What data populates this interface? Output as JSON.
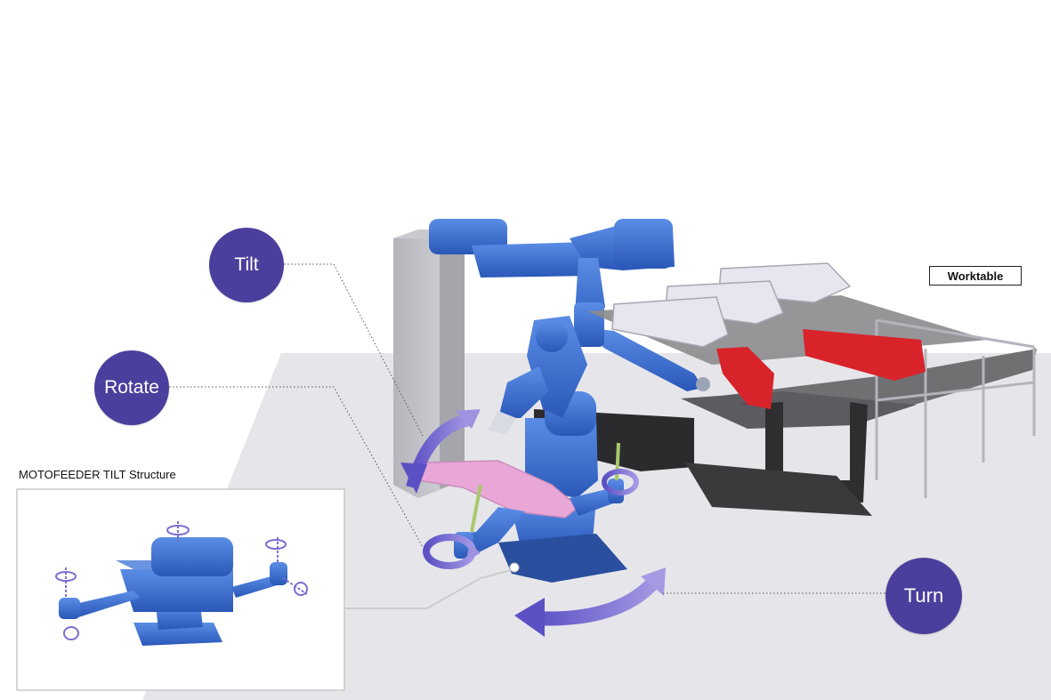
{
  "labels": {
    "tilt": "Tilt",
    "rotate": "Rotate",
    "turn": "Turn",
    "worktable": "Worktable",
    "inset_title": "MOTOFEEDER TILT Structure"
  },
  "icons": [
    "tilt-arrow-icon",
    "rotate-arrow-icon",
    "turn-arrow-icon",
    "rotation-axis-icon"
  ],
  "colors": {
    "badge": "#4a3f9c",
    "robot_blue": "#3f6fce",
    "robot_dark": "#2a4f9e",
    "part_pink": "#e8a7d6",
    "part_red": "#d8232a",
    "part_white": "#e6e6ee",
    "arrow_violet": "#7a6fd0",
    "floor_gray": "#e6e6ea"
  }
}
